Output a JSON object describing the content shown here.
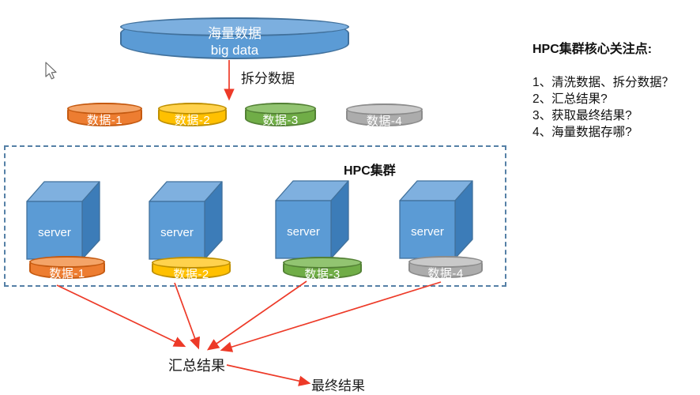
{
  "palette": {
    "cube_top": "#7FB0DF",
    "cube_front": "#5B9BD5",
    "cube_right": "#3C7CB8",
    "cube_border": "#41719C",
    "arrow_red": "#ED3A28",
    "box_border": "#5580A6"
  },
  "big_data": {
    "title_cn": "海量数据",
    "title_en": "big data",
    "body": "#5B9BD5",
    "top": "#7CAFDF",
    "border": "#41719C"
  },
  "split_arrow_label": "拆分数据",
  "disks_row1": [
    {
      "label": "数据-1",
      "body": "#ED7D31",
      "top": "#F4A468",
      "border": "#C55A11"
    },
    {
      "label": "数据-2",
      "body": "#FFC000",
      "top": "#FFD24D",
      "border": "#BF9000"
    },
    {
      "label": "数据-3",
      "body": "#70AD47",
      "top": "#92C471",
      "border": "#538135"
    },
    {
      "label": "数据-4",
      "body": "#ACACAC",
      "top": "#C9C9C9",
      "border": "#8C8C8C"
    }
  ],
  "cluster": {
    "label": "HPC集群",
    "servers": [
      {
        "name": "server",
        "disk": {
          "label": "数据-1",
          "body": "#ED7D31",
          "top": "#F4A468",
          "border": "#C55A11"
        }
      },
      {
        "name": "server",
        "disk": {
          "label": "数据-2",
          "body": "#FFC000",
          "top": "#FFD24D",
          "border": "#BF9000"
        }
      },
      {
        "name": "server",
        "disk": {
          "label": "数据-3",
          "body": "#70AD47",
          "top": "#92C471",
          "border": "#538135"
        }
      },
      {
        "name": "server",
        "disk": {
          "label": "数据-4",
          "body": "#ACACAC",
          "top": "#C9C9C9",
          "border": "#8C8C8C"
        }
      }
    ]
  },
  "summary_label": "汇总结果",
  "final_label": "最终结果",
  "notes": {
    "title": "HPC集群核心关注点:",
    "items": [
      "1、清洗数据、拆分数据？",
      "2、汇总结果?",
      "3、获取最终结果?",
      "4、海量数据存哪?"
    ]
  }
}
